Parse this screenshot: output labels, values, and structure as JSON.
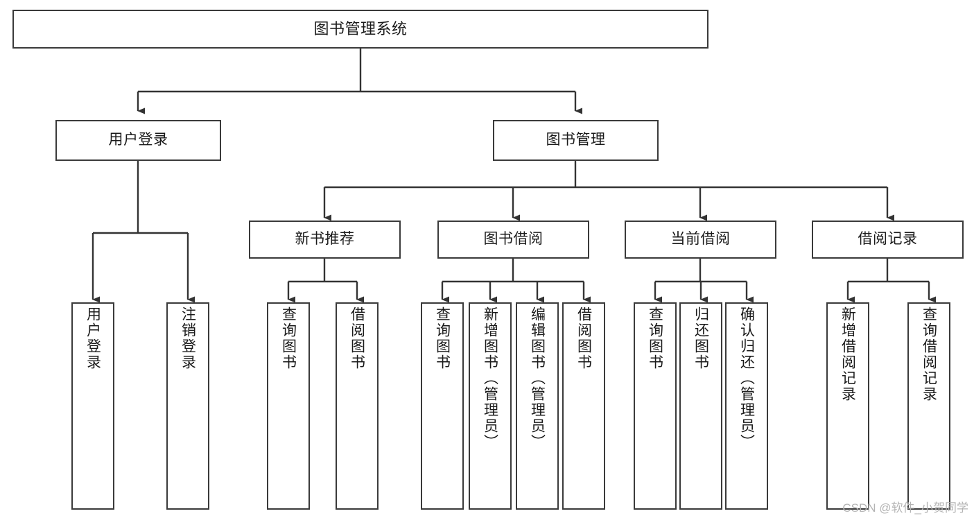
{
  "diagram": {
    "title": "图书管理系统",
    "type": "tree-hierarchy-chart",
    "colors": {
      "background": "#ffffff",
      "box_border": "#3a3a3a",
      "box_fill": "#ffffff",
      "edge": "#333333",
      "text": "#1a1a1a",
      "watermark": "#b4b4b4"
    },
    "watermark": "CSDN @软件_小贺同学",
    "root": {
      "id": "root",
      "label": "图书管理系统"
    },
    "level2": [
      {
        "id": "user-login",
        "label": "用户登录"
      },
      {
        "id": "book-management",
        "label": "图书管理"
      }
    ],
    "level3": [
      {
        "id": "new-book-recommend",
        "label": "新书推荐",
        "parent": "book-management"
      },
      {
        "id": "book-borrow",
        "label": "图书借阅",
        "parent": "book-management"
      },
      {
        "id": "current-borrow",
        "label": "当前借阅",
        "parent": "book-management"
      },
      {
        "id": "borrow-record",
        "label": "借阅记录",
        "parent": "book-management"
      }
    ],
    "leaves": [
      {
        "id": "leaf-user-login",
        "label": "用户登录",
        "parent": "user-login"
      },
      {
        "id": "leaf-logout-login",
        "label": "注销登录",
        "parent": "user-login"
      },
      {
        "id": "leaf-query-book-1",
        "label": "查询图书",
        "parent": "new-book-recommend"
      },
      {
        "id": "leaf-borrow-book-1",
        "label": "借阅图书",
        "parent": "new-book-recommend"
      },
      {
        "id": "leaf-query-book-2",
        "label": "查询图书",
        "parent": "book-borrow"
      },
      {
        "id": "leaf-add-book",
        "label": "新增图书（管理员）",
        "parent": "book-borrow"
      },
      {
        "id": "leaf-edit-book",
        "label": "编辑图书（管理员）",
        "parent": "book-borrow"
      },
      {
        "id": "leaf-borrow-book-2",
        "label": "借阅图书",
        "parent": "book-borrow"
      },
      {
        "id": "leaf-query-book-3",
        "label": "查询图书",
        "parent": "current-borrow"
      },
      {
        "id": "leaf-return-book",
        "label": "归还图书",
        "parent": "current-borrow"
      },
      {
        "id": "leaf-confirm-return",
        "label": "确认归还（管理员）",
        "parent": "current-borrow"
      },
      {
        "id": "leaf-add-record",
        "label": "新增借阅记录",
        "parent": "borrow-record"
      },
      {
        "id": "leaf-query-record",
        "label": "查询借阅记录",
        "parent": "borrow-record"
      }
    ]
  }
}
